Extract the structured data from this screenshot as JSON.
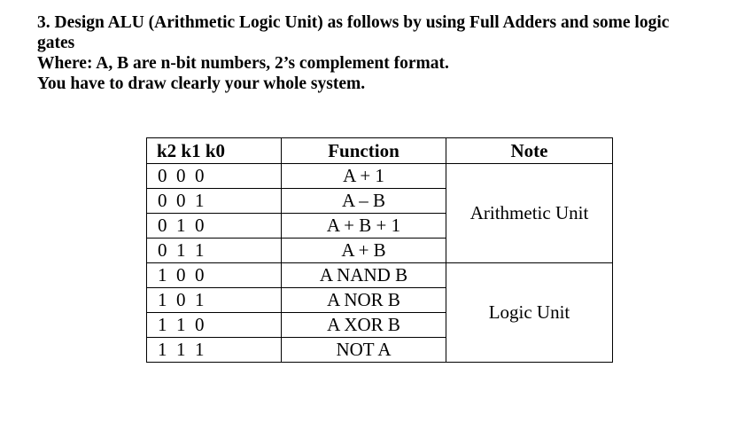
{
  "heading": {
    "line1": "3. Design ALU (Arithmetic Logic Unit) as follows by using Full Adders and some logic",
    "line2": "gates",
    "line3": "Where: A, B are n-bit numbers, 2’s complement format.",
    "line4": "You have to draw clearly your whole system."
  },
  "table": {
    "headers": {
      "k": "k2 k1 k0",
      "function": "Function",
      "note": "Note"
    },
    "rows": [
      {
        "k2": "0",
        "k1": "0",
        "k0": "0",
        "function": "A + 1"
      },
      {
        "k2": "0",
        "k1": "0",
        "k0": "1",
        "function": "A – B"
      },
      {
        "k2": "0",
        "k1": "1",
        "k0": "0",
        "function": "A + B + 1"
      },
      {
        "k2": "0",
        "k1": "1",
        "k0": "1",
        "function": "A + B"
      },
      {
        "k2": "1",
        "k1": "0",
        "k0": "0",
        "function": "A NAND B"
      },
      {
        "k2": "1",
        "k1": "0",
        "k0": "1",
        "function": "A NOR B"
      },
      {
        "k2": "1",
        "k1": "1",
        "k0": "0",
        "function": "A XOR B"
      },
      {
        "k2": "1",
        "k1": "1",
        "k0": "1",
        "function": "NOT A"
      }
    ],
    "notes": {
      "arithmetic": "Arithmetic Unit",
      "logic": "Logic Unit"
    }
  }
}
